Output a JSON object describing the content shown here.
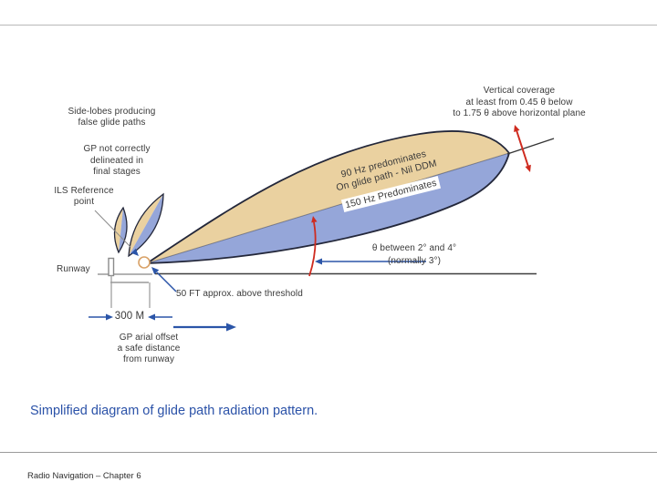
{
  "colors": {
    "lobe_tan": "#ead1a0",
    "lobe_blue": "#95a6d9",
    "annotation_blue": "#2b55a8",
    "arrow_red": "#cf2b1f",
    "outline_dark": "#23273a",
    "label_gray": "#3a3a3a",
    "caption_blue": "#2b52a8"
  },
  "labels": {
    "side_lobes": {
      "line1": "Side-lobes producing",
      "line2": "false glide paths"
    },
    "gp_delineation": {
      "line1": "GP not correctly",
      "line2": "delineated in",
      "line3": "final stages"
    },
    "ils_reference": {
      "line1": "ILS Reference",
      "line2": "point"
    },
    "runway": "Runway",
    "vertical_coverage": {
      "line1": "Vertical coverage",
      "line2": "at least from 0.45 θ below",
      "line3": "to 1.75 θ above horizontal plane"
    },
    "ninety_hz": {
      "line1": "90 Hz predominates",
      "line2": "On glide path - Nil DDM"
    },
    "one_fifty_hz": "150 Hz Predominates",
    "theta_range": {
      "line1": "θ between 2° and 4°",
      "line2": "(normally 3°)"
    },
    "fifty_ft": "50 FT approx. above threshold",
    "offset_300m": "300 M",
    "gp_offset": {
      "line1": "GP arial offset",
      "line2": "a safe distance",
      "line3": "from runway"
    }
  },
  "caption": "Simplified diagram of glide path radiation pattern.",
  "footer": "Radio Navigation – Chapter 6"
}
